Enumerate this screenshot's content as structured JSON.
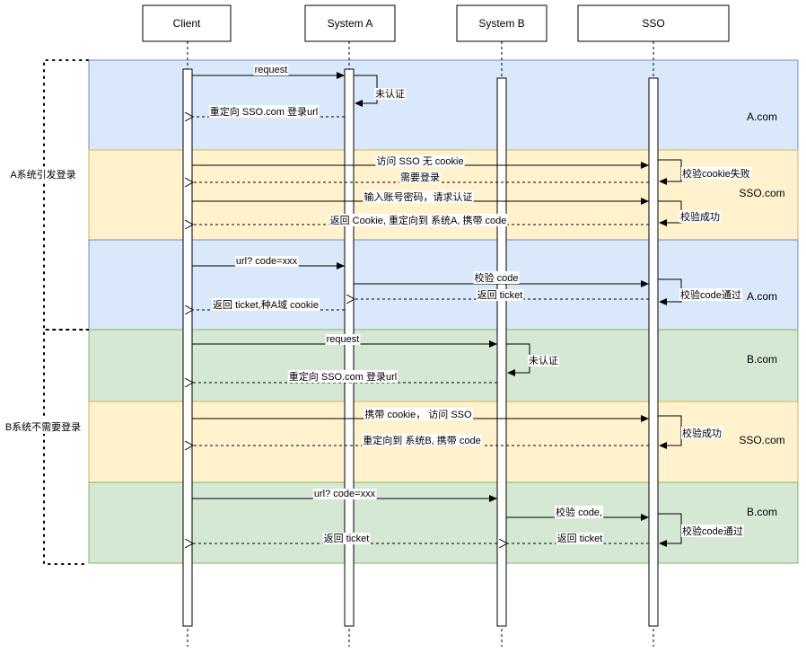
{
  "title": "SSO sequence diagram",
  "participants": [
    {
      "id": "client",
      "label": "Client"
    },
    {
      "id": "sysA",
      "label": "System A"
    },
    {
      "id": "sysB",
      "label": "System B"
    },
    {
      "id": "sso",
      "label": "SSO"
    }
  ],
  "colors": {
    "blue_fill": "#dae8fc",
    "blue_stroke": "#6c8ebf",
    "yellow_fill": "#fff2cc",
    "yellow_stroke": "#d6b656",
    "green_fill": "#d5e8d4",
    "green_stroke": "#82b366",
    "line": "#000000"
  },
  "zones": [
    {
      "label": "A.com",
      "color": "blue"
    },
    {
      "label": "SSO.com",
      "color": "yellow"
    },
    {
      "label": "A.com",
      "color": "blue"
    },
    {
      "label": "B.com",
      "color": "green"
    },
    {
      "label": "SSO.com",
      "color": "yellow"
    },
    {
      "label": "B.com",
      "color": "green"
    }
  ],
  "groups": [
    {
      "label": "A系统引发登录"
    },
    {
      "label": "B系统不需要登录"
    }
  ],
  "messages": [
    {
      "from": "client",
      "to": "sysA",
      "label": "request",
      "style": "solid"
    },
    {
      "from": "sysA",
      "to": "sysA",
      "label": "未认证",
      "style": "self"
    },
    {
      "from": "sysA",
      "to": "client",
      "label": "重定向 SSO.com 登录url",
      "style": "dashed"
    },
    {
      "from": "client",
      "to": "sso",
      "label": "访问 SSO 无 cookie",
      "style": "solid"
    },
    {
      "from": "sso",
      "to": "sso",
      "label": "校验cookie失败",
      "style": "self"
    },
    {
      "from": "sso",
      "to": "client",
      "label": "需要登录",
      "style": "dashed"
    },
    {
      "from": "client",
      "to": "sso",
      "label": "输入账号密码，请求认证",
      "style": "solid"
    },
    {
      "from": "sso",
      "to": "sso",
      "label": "校验成功",
      "style": "self"
    },
    {
      "from": "sso",
      "to": "client",
      "label": "返回 Cookie, 重定向到 系统A, 携带 code",
      "style": "dashed"
    },
    {
      "from": "client",
      "to": "sysA",
      "label": "url? code=xxx",
      "style": "solid"
    },
    {
      "from": "sysA",
      "to": "sso",
      "label": "校验 code",
      "style": "solid"
    },
    {
      "from": "sso",
      "to": "sso",
      "label": "校验code通过",
      "style": "self"
    },
    {
      "from": "sso",
      "to": "sysA",
      "label": "返回 ticket",
      "style": "dashed"
    },
    {
      "from": "sysA",
      "to": "client",
      "label": "返回 ticket,种A域 cookie",
      "style": "dashed"
    },
    {
      "from": "client",
      "to": "sysB",
      "label": "request",
      "style": "solid"
    },
    {
      "from": "sysB",
      "to": "sysB",
      "label": "未认证",
      "style": "self"
    },
    {
      "from": "sysB",
      "to": "client",
      "label": "重定向 SSO.com 登录url",
      "style": "dashed"
    },
    {
      "from": "client",
      "to": "sso",
      "label": "携带 cookie， 访问 SSO",
      "style": "solid"
    },
    {
      "from": "sso",
      "to": "sso",
      "label": "校验成功",
      "style": "self"
    },
    {
      "from": "sso",
      "to": "client",
      "label": "重定向到 系统B, 携带 code",
      "style": "dashed"
    },
    {
      "from": "client",
      "to": "sysB",
      "label": "url? code=xxx",
      "style": "solid"
    },
    {
      "from": "sysB",
      "to": "sso",
      "label": "校验 code,",
      "style": "solid"
    },
    {
      "from": "sso",
      "to": "sso",
      "label": "校验code通过",
      "style": "self"
    },
    {
      "from": "sso",
      "to": "sysB",
      "label": "返回 ticket",
      "style": "dashed"
    },
    {
      "from": "sysB",
      "to": "client",
      "label": "返回 ticket",
      "style": "dashed"
    }
  ]
}
